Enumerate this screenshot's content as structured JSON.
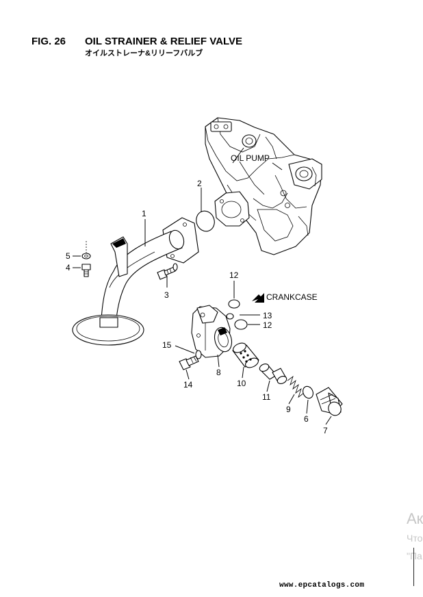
{
  "header": {
    "fig_label": "FIG. 26",
    "title": "OIL STRAINER & RELIEF VALVE",
    "subtitle": "オイルストレーナ&リリーフバルブ"
  },
  "diagram": {
    "labels": {
      "oil_pump": "OIL PUMP",
      "crankcase": "CRANKCASE"
    },
    "part_numbers": {
      "p1": "1",
      "p2": "2",
      "p3": "3",
      "p4": "4",
      "p5": "5",
      "p6": "6",
      "p7": "7",
      "p8": "8",
      "p9": "9",
      "p10": "10",
      "p11": "11",
      "p12a": "12",
      "p12b": "12",
      "p13": "13",
      "p14": "14",
      "p15": "15"
    }
  },
  "watermark": {
    "line1": "Ак",
    "line2": "Что",
    "line3": "\"Па"
  },
  "footer": {
    "url": "www.epcatalogs.com"
  }
}
